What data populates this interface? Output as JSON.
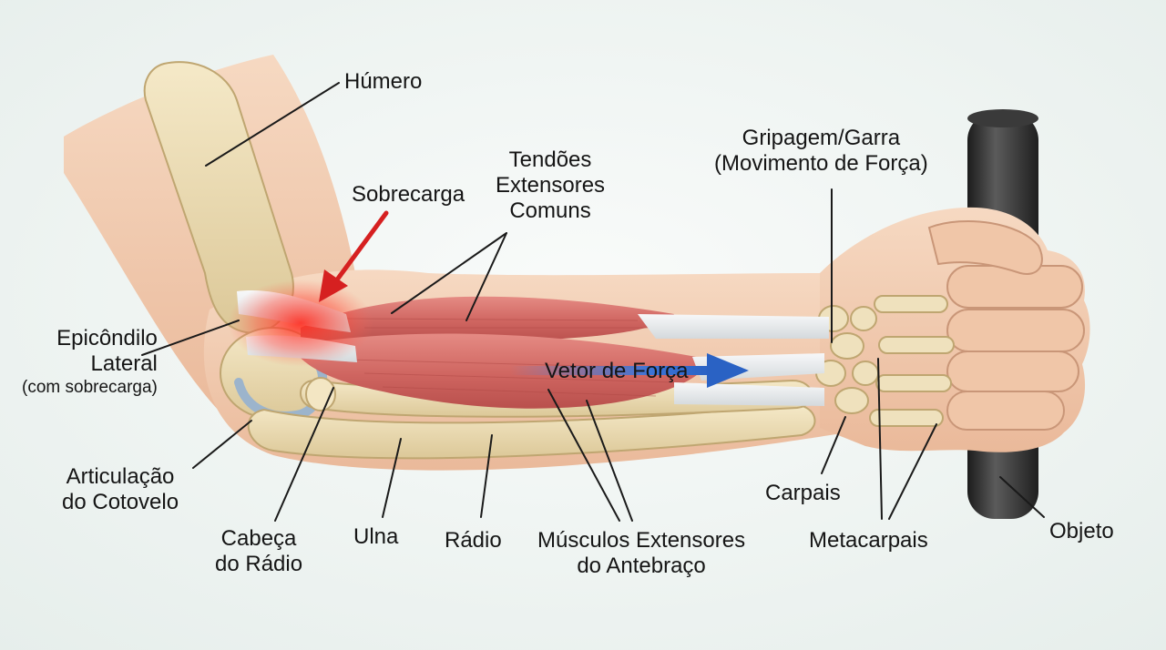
{
  "labels": {
    "humero": "Húmero",
    "sobrecarga": "Sobrecarga",
    "tendoes": [
      "Tendões",
      "Extensores",
      "Comuns"
    ],
    "gripagem": [
      "Gripagem/Garra",
      "(Movimento de Força)"
    ],
    "epicondilo": [
      "Epicôndilo",
      "Lateral",
      "(com sobrecarga)"
    ],
    "vetor": "Vetor de Força",
    "articulacao": [
      "Articulação",
      "do Cotovelo"
    ],
    "cabeca": [
      "Cabeça",
      "do Rádio"
    ],
    "ulna": "Ulna",
    "radio": "Rádio",
    "musculos": [
      "Músculos Extensores",
      "do Antebraço"
    ],
    "carpais": "Carpais",
    "metacarpais": "Metacarpais",
    "objeto": "Objeto"
  },
  "colors": {
    "background": "#eef3f1",
    "skin": "#f2cdb1",
    "bone": "#ecdcb3",
    "muscle": "#d9706b",
    "tendon": "#e9ecee",
    "overload_glow": "#ff3b30",
    "overload_arrow": "#d62020",
    "force_arrow": "#2a62c4",
    "object": "#2b2b2b",
    "leader_line": "#1a1a1a"
  },
  "icons": {
    "overload": "red-arrow-icon",
    "force": "blue-arrow-icon"
  }
}
